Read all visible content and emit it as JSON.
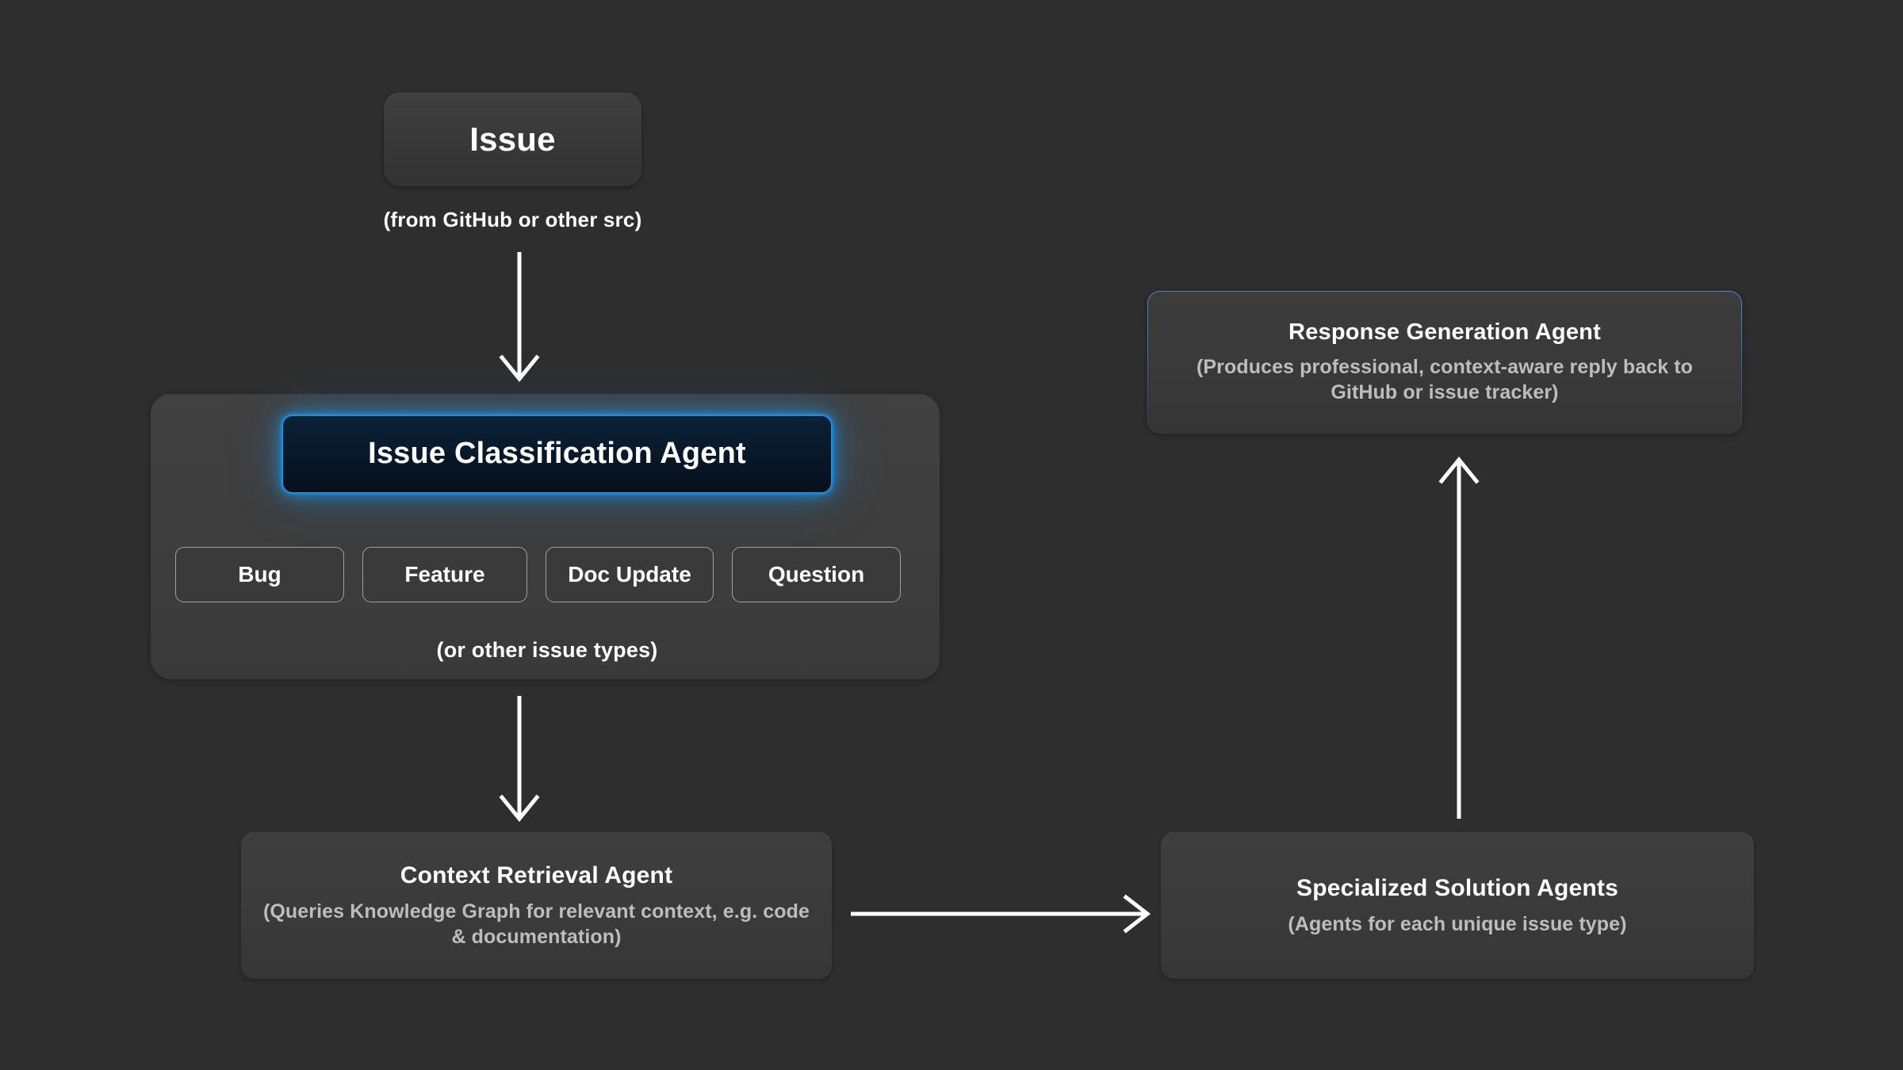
{
  "diagram": {
    "title": "Issue triage multi-agent workflow",
    "background_color": "#2e2e2e"
  },
  "colors": {
    "background": "#2e2e2e",
    "container": "#3d3d3d",
    "node": "#3a3a3a",
    "accent_glow": "#1e8fe0",
    "accent_border": "#4f86d6",
    "chip_border": "#a0a0a0",
    "text_primary": "#ffffff",
    "text_secondary": "#bdbdbd",
    "arrow": "#ffffff"
  },
  "nodes": {
    "issue": {
      "title": "Issue",
      "caption": "(from GitHub or other src)"
    },
    "classification": {
      "agent_title": "Issue Classification Agent",
      "chips": [
        {
          "label": "Bug"
        },
        {
          "label": "Feature"
        },
        {
          "label": "Doc Update"
        },
        {
          "label": "Question"
        }
      ],
      "caption": "(or other issue types)"
    },
    "context_retrieval": {
      "title": "Context Retrieval Agent",
      "subtitle": "(Queries Knowledge Graph for relevant context, e.g. code & documentation)"
    },
    "specialized_solution": {
      "title": "Specialized Solution Agents",
      "subtitle": "(Agents for each unique issue type)"
    },
    "response_generation": {
      "title": "Response Generation Agent",
      "subtitle": "(Produces professional, context-aware reply back to GitHub or issue tracker)"
    }
  },
  "arrows": [
    {
      "name": "issue-to-classifier",
      "from": "issue",
      "to": "classification",
      "direction": "down"
    },
    {
      "name": "classifier-to-context",
      "from": "classification",
      "to": "context_retrieval",
      "direction": "down"
    },
    {
      "name": "context-to-solution",
      "from": "context_retrieval",
      "to": "specialized_solution",
      "direction": "right"
    },
    {
      "name": "solution-to-response",
      "from": "specialized_solution",
      "to": "response_generation",
      "direction": "up"
    }
  ]
}
